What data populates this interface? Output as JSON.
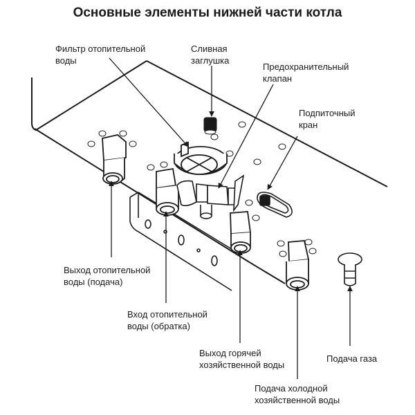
{
  "title": "Основные элементы нижней части котла",
  "labels": {
    "heating_filter": "Фильтр отопительной\nводы",
    "drain_plug": "Сливная\nзаглушка",
    "safety_valve": "Предохранительный\nклапан",
    "makeup_tap": "Подпиточный\nкран",
    "heating_outlet": "Выход отопительной\nводы (подача)",
    "heating_inlet": "Вход отопительной\nводы (обратка)",
    "hot_dhw_outlet": "Выход горячей\nхозяйственной воды",
    "gas_supply": "Подача газа",
    "cold_dhw_inlet": "Подача холодной\nхозяйственной воды"
  }
}
